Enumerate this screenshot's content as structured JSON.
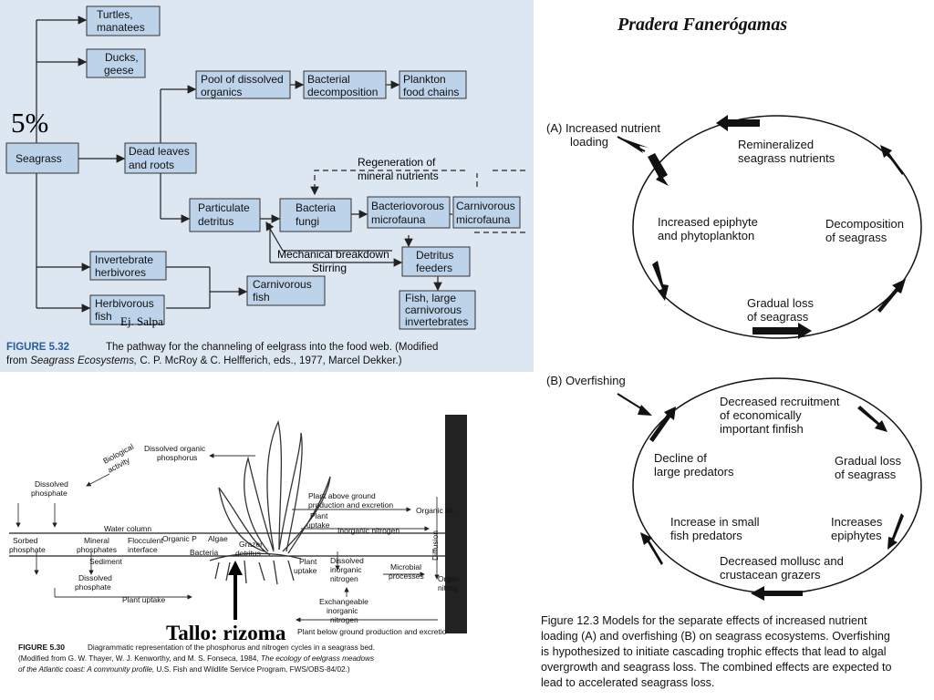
{
  "food_web": {
    "boxes": {
      "turtles": [
        "Turtles,",
        "manatees"
      ],
      "ducks": [
        "Ducks,",
        "geese"
      ],
      "seagrass": [
        "Seagrass"
      ],
      "pool": [
        "Pool of dissolved",
        "organics"
      ],
      "bactdecomp": [
        "Bacterial",
        "decomposition"
      ],
      "plankton": [
        "Plankton",
        "food chains"
      ],
      "deadleaves": [
        "Dead leaves",
        "and roots"
      ],
      "particulate": [
        "Particulate",
        "detritus"
      ],
      "bacteria": [
        "Bacteria",
        "fungi"
      ],
      "bactmicro": [
        "Bacteriovorous",
        "microfauna"
      ],
      "carnmicro": [
        "Carnivorous",
        "microfauna"
      ],
      "invherb": [
        "Invertebrate",
        "herbivores"
      ],
      "herbfish": [
        "Herbivorous",
        "fish"
      ],
      "carnfish": [
        "Carnivorous",
        "fish"
      ],
      "detritus": [
        "Detritus",
        "feeders"
      ],
      "fishlarge": [
        "Fish, large",
        "carnivorous",
        "invertebrates"
      ]
    },
    "labels": {
      "regeneration": [
        "Regeneration of",
        "mineral nutrients"
      ],
      "mechanical": "Mechanical breakdown",
      "stirring": "Stirring"
    },
    "overlay_percent": "5%",
    "overlay_ej": "Ej. Salpa",
    "caption_label": "FIGURE 5.32",
    "caption_text": "The pathway for the channeling of eelgrass into the food web. (Modified",
    "caption_line2_pre": "from ",
    "caption_italic": "Seagrass Ecosystems,",
    "caption_line2_post": " C. P. McRoy & C. Helfferich, eds., 1977, Marcel Dekker.)"
  },
  "cycles": {
    "labels": {
      "dissolved_organic": [
        "Dissolved organic",
        "phosphorus"
      ],
      "bio_activity": [
        "Biological",
        "activity"
      ],
      "dissolved_phosphate_top": [
        "Dissolved",
        "phosphate"
      ],
      "water_column": "Water column",
      "sorbed": [
        "Sorbed",
        "phosphate"
      ],
      "mineral": [
        "Mineral",
        "phosphates"
      ],
      "flocculent": [
        "Flocculent",
        "interface"
      ],
      "organic_p": "Organic P",
      "algae": "Algae",
      "bacteria": "Bacteria",
      "grazer": [
        "Grazer",
        "detritus"
      ],
      "sediment": "Sediment",
      "dissolved_phosphate_bottom": [
        "Dissolved",
        "phosphate"
      ],
      "plant_uptake_bottom": "Plant uptake",
      "plant_above": [
        "Plant above ground",
        "production and excretion"
      ],
      "organic_nit_top": "Organic nit",
      "plant_uptake_mid": [
        "Plant",
        "uptake"
      ],
      "inorganic_nitrogen": "Inorganic nitrogen",
      "diffusion": "Diffusion",
      "plant_uptake_low": [
        "Plant",
        "uptake"
      ],
      "dissolved_inorganic": [
        "Dissolved",
        "inorganic",
        "nitrogen"
      ],
      "microbial": [
        "Microbial",
        "processes"
      ],
      "organic_nitrogen_low": [
        "Organ",
        "nitrog"
      ],
      "exchangeable": [
        "Exchangeable",
        "inorganic",
        "nitrogen"
      ],
      "plant_below": "Plant below ground production and excretio"
    },
    "overlay_tallo": "Tallo: rizoma",
    "caption_label": "FIGURE 5.30",
    "caption_line1": "Diagrammatic representation of the phosphorus and nitrogen cycles in a seagrass bed.",
    "caption_line2_pre": "(Modified from G. W. Thayer, W. J. Kenworthy, and M. S. Fonseca, 1984, ",
    "caption_line2_italic": "The ecology of eelgrass meadows",
    "caption_line3_italic": "of the Atlantic coast: A community profile,",
    "caption_line3_post": " U.S. Fish and Wildlife Service Program, FWS/OBS-84/02.)"
  },
  "models": {
    "title": "Pradera Fanerógamas",
    "a_label": [
      "(A)  Increased nutrient",
      "loading"
    ],
    "a_remineralized": [
      "Remineralized",
      "seagrass nutrients"
    ],
    "a_epiphyte": [
      "Increased epiphyte",
      "and phytoplankton"
    ],
    "a_decomposition": [
      "Decomposition",
      "of seagrass"
    ],
    "a_gradual": [
      "Gradual loss",
      "of seagrass"
    ],
    "b_label": "(B)  Overfishing",
    "b_recruitment": [
      "Decreased recruitment",
      "of economically",
      "important finfish"
    ],
    "b_decline": [
      "Decline of",
      "large predators"
    ],
    "b_gradual": [
      "Gradual loss",
      "of seagrass"
    ],
    "b_increase_small": [
      "Increase in small",
      "fish predators"
    ],
    "b_epiphytes": [
      "Increases",
      "epiphytes"
    ],
    "b_mollusc": [
      "Decreased mollusc and",
      "crustacean grazers"
    ],
    "caption": [
      "Figure 12.3  Models for the separate effects of increased nutrient",
      "loading (A) and overfishing (B) on seagrass ecosystems. Overfishing",
      "is hypothesized to initiate cascading trophic effects that lead to algal",
      "overgrowth and seagrass loss. The combined effects are expected to",
      "lead to accelerated seagrass loss."
    ]
  }
}
